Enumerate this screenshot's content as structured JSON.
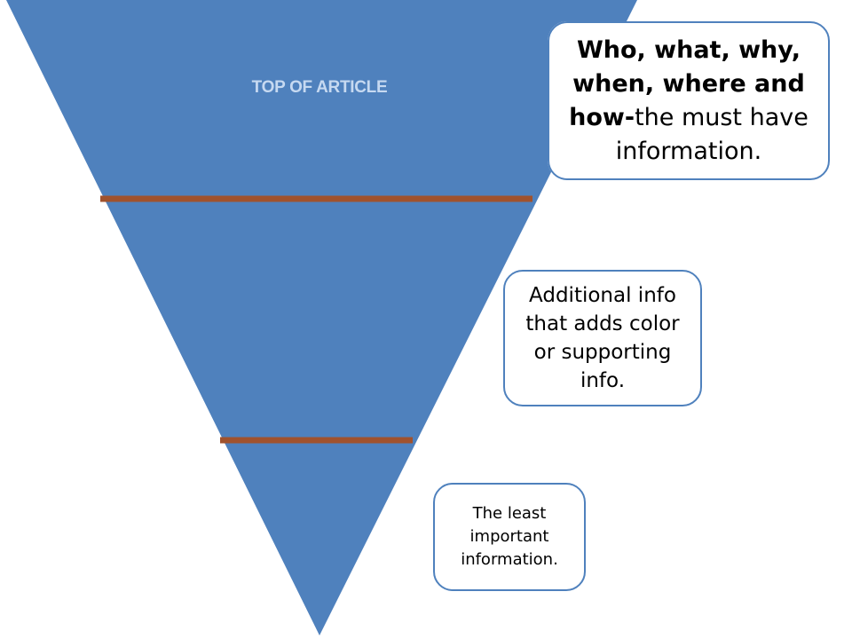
{
  "diagram": {
    "title": "TOP OF ARTICLE",
    "colors": {
      "pyramid_fill": "#4f81bd",
      "divider": "#a0522d",
      "callout_border": "#4f81bd",
      "title_text": "#c6d9f1"
    },
    "callouts": [
      {
        "bold": "Who, what, why, when, where and how-",
        "text": "the must have information."
      },
      {
        "text": "Additional info that adds color or supporting info."
      },
      {
        "text": "The least important information."
      }
    ]
  }
}
